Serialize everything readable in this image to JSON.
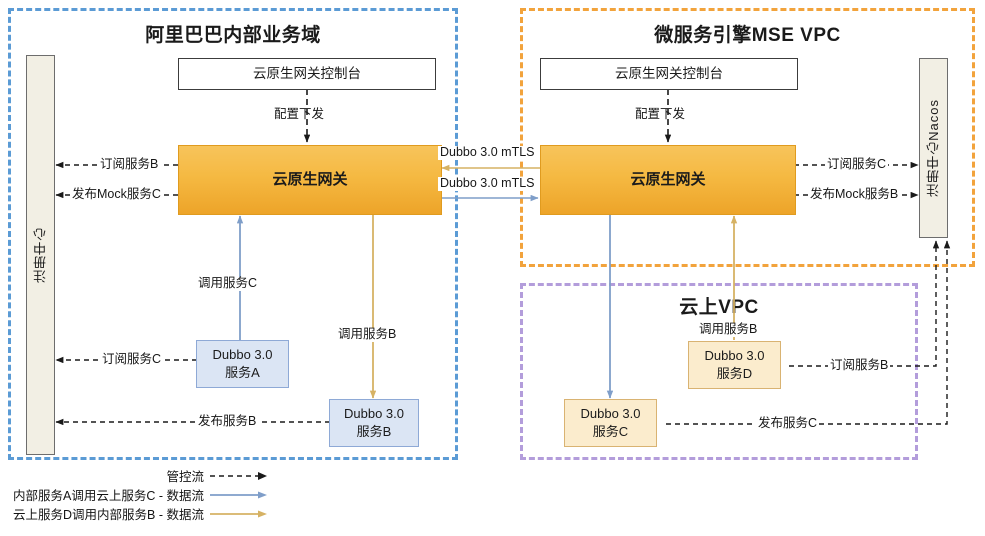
{
  "zones": [
    {
      "id": "internal",
      "title": "阿里巴巴内部业务域",
      "border_color": "#5b9bd5"
    },
    {
      "id": "mse_vpc",
      "title": "微服务引擎MSE VPC",
      "border_color": "#f0a martial"
    },
    {
      "id": "cloud_vpc",
      "title": "云上VPC",
      "border_color": "#b39ddb"
    }
  ],
  "zone_titles": {
    "internal": "阿里巴巴内部业务域",
    "mse_vpc": "微服务引擎MSE VPC",
    "cloud_vpc": "云上VPC"
  },
  "colors": {
    "internal_border": "#5b9bd5",
    "mse_border": "#f2a33c",
    "cloud_border": "#b39ddb",
    "gateway_fill": "#f5b942",
    "gateway_border": "#e09b1f",
    "service_blue_fill": "#dbe5f4",
    "service_blue_border": "#8ea9d6",
    "service_cream_fill": "#fbeccd",
    "service_cream_border": "#d9b372",
    "registry_fill": "#f2efe4",
    "registry_border": "#6d6d6d",
    "control_flow": "#1a1a1a",
    "data_flow_blue": "#7f9ec9",
    "data_flow_gold": "#d6b264"
  },
  "registries": {
    "left": {
      "label": "注册中心"
    },
    "right": {
      "label": "注册中心Nacos"
    }
  },
  "consoles": {
    "left": {
      "label": "云原生网关控制台"
    },
    "right": {
      "label": "云原生网关控制台"
    }
  },
  "gateways": {
    "left": {
      "label": "云原生网关"
    },
    "right": {
      "label": "云原生网关"
    }
  },
  "services": {
    "a": {
      "line1": "Dubbo 3.0",
      "line2": "服务A"
    },
    "b": {
      "line1": "Dubbo 3.0",
      "line2": "服务B"
    },
    "c": {
      "line1": "Dubbo 3.0",
      "line2": "服务C"
    },
    "d": {
      "line1": "Dubbo 3.0",
      "line2": "服务D"
    }
  },
  "edge_labels": {
    "config_push_left": "配置下发",
    "config_push_right": "配置下发",
    "subscribe_b": "订阅服务B",
    "publish_mock_c": "发布Mock服务C",
    "subscribe_c_left": "订阅服务C",
    "publish_b_left": "发布服务B",
    "call_svc_c": "调用服务C",
    "call_svc_b_left": "调用服务B",
    "mtls_top": "Dubbo 3.0 mTLS",
    "mtls_bottom": "Dubbo 3.0 mTLS",
    "subscribe_c_right": "订阅服务C",
    "publish_mock_b": "发布Mock服务B",
    "call_svc_b_right": "调用服务B",
    "subscribe_b_right": "订阅服务B",
    "publish_c_right": "发布服务C"
  },
  "legend": [
    {
      "text": "管控流",
      "style": "dashed-black"
    },
    {
      "text": "内部服务A调用云上服务C - 数据流",
      "style": "solid-blue"
    },
    {
      "text": "云上服务D调用内部服务B - 数据流",
      "style": "solid-gold"
    }
  ]
}
